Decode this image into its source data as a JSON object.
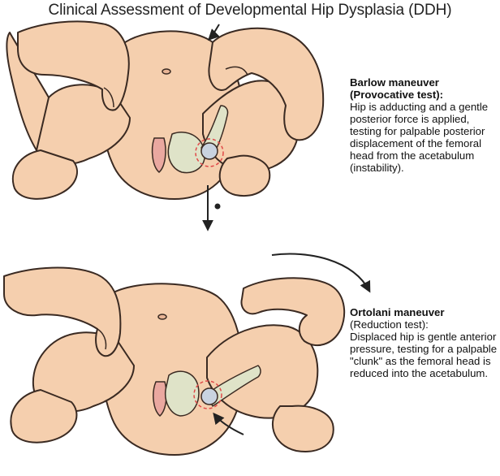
{
  "title": "Clinical Assessment of Developmental Hip Dysplasia (DDH)",
  "barlow": {
    "heading": "Barlow maneuver",
    "subheading": "(Provocative test):",
    "body": "Hip is adducting and a gentle posterior force is applied, testing for palpable posterior displacement of the femoral head from the acetabulum (instability)."
  },
  "ortolani": {
    "heading": "Ortolani maneuver",
    "subheading": "(Reduction test):",
    "body": "Displaced hip is gentle anterior pressure, testing for a palpable \"clunk\" as the femoral head is reduced into the acetabulum."
  },
  "colors": {
    "skin": "#f5cfae",
    "skin_outline": "#3a2a22",
    "bone": "#dfe3c8",
    "femoral_head": "#c9d3e0",
    "highlight_circle": "#e04848",
    "arrow": "#222222"
  }
}
